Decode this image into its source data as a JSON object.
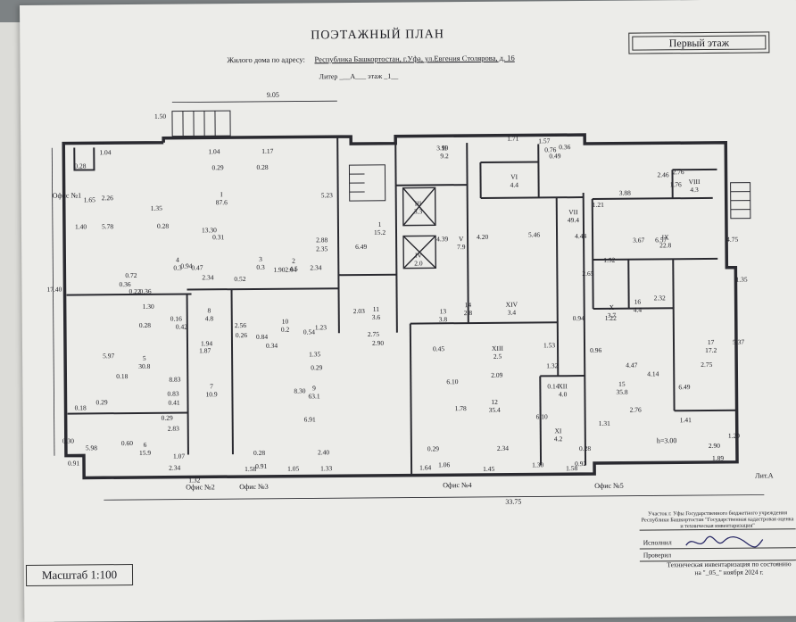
{
  "title": "ПОЭТАЖНЫЙ ПЛАН",
  "address_label": "Жилого дома по адресу:",
  "address": "Республика Башкортостан, г.Уфа, ул.Евгения Столярова, д. 16",
  "liter_line": "Литер ___А___ этаж _1__",
  "floor": "Первый этаж",
  "scale": "Масштаб 1:100",
  "lit_a": "Лит.А",
  "ceiling_height": "h=3.00",
  "overall_width_top": "9.05",
  "overall_width_bottom": "33.75",
  "offices": [
    "Офис №1",
    "Офис №2",
    "Офис №3",
    "Офис №4",
    "Офис №5"
  ],
  "rooms": [
    {
      "num": "I",
      "area": "87.6"
    },
    {
      "num": "1",
      "area": "15.2"
    },
    {
      "num": "II",
      "area": "9.2"
    },
    {
      "num": "III",
      "area": "3.3"
    },
    {
      "num": "IV",
      "area": "2.0"
    },
    {
      "num": "V",
      "area": "7.9"
    },
    {
      "num": "VI",
      "area": "4.4"
    },
    {
      "num": "VII",
      "area": "49.4"
    },
    {
      "num": "VIII",
      "area": "4.3"
    },
    {
      "num": "IX",
      "area": "22.8"
    },
    {
      "num": "X",
      "area": "3.7"
    },
    {
      "num": "XI",
      "area": "4.2"
    },
    {
      "num": "XII",
      "area": "4.0"
    },
    {
      "num": "XIII",
      "area": "2.5"
    },
    {
      "num": "XIV",
      "area": "3.4"
    },
    {
      "num": "2",
      "area": "4.5"
    },
    {
      "num": "3",
      "area": "0.3"
    },
    {
      "num": "4",
      "area": "0.3"
    },
    {
      "num": "5",
      "area": "30.8"
    },
    {
      "num": "6",
      "area": "15.9"
    },
    {
      "num": "7",
      "area": "10.9"
    },
    {
      "num": "8",
      "area": "4.8"
    },
    {
      "num": "9",
      "area": "63.1"
    },
    {
      "num": "10",
      "area": "0.2"
    },
    {
      "num": "11",
      "area": "3.6"
    },
    {
      "num": "12",
      "area": "35.4"
    },
    {
      "num": "13",
      "area": "3.8"
    },
    {
      "num": "14",
      "area": "2.8"
    },
    {
      "num": "15",
      "area": "35.8"
    },
    {
      "num": "16",
      "area": "4.4"
    },
    {
      "num": "17",
      "area": "17.2"
    }
  ],
  "dimensions": [
    "1.50",
    "1.04",
    "0.28",
    "1.04",
    "0.29",
    "1.17",
    "0.28",
    "3.99",
    "1.71",
    "1.57",
    "0.76",
    "0.49",
    "0.36",
    "1.65",
    "2.26",
    "5.78",
    "1.35",
    "0.28",
    "13.30",
    "0.31",
    "5.23",
    "2.46",
    "1.76",
    "3.88",
    "2.76",
    "1.40",
    "17.40",
    "6.49",
    "2.88",
    "2.35",
    "2.34",
    "4.39",
    "4.20",
    "5.46",
    "4.44",
    "3.67",
    "6.57",
    "4.75",
    "1.35",
    "0.72",
    "0.36",
    "0.22",
    "0.36",
    "0.94",
    "0.47",
    "2.34",
    "0.52",
    "1.90",
    "2.04",
    "2.65",
    "1.21",
    "1.52",
    "2.32",
    "1.30",
    "1.87",
    "0.28",
    "0.16",
    "0.42",
    "1.94",
    "2.56",
    "0.26",
    "0.84",
    "0.34",
    "0.54",
    "1.23",
    "1.35",
    "0.29",
    "2.03",
    "2.75",
    "2.90",
    "0.45",
    "2.09",
    "1.53",
    "1.32",
    "0.14",
    "0.94",
    "1.22",
    "0.96",
    "4.47",
    "4.14",
    "6.49",
    "2.75",
    "5.37",
    "5.97",
    "0.18",
    "8.83",
    "8.30",
    "6.91",
    "6.10",
    "1.78",
    "6.10",
    "1.31",
    "2.76",
    "1.41",
    "0.18",
    "0.29",
    "0.83",
    "0.41",
    "0.29",
    "2.83",
    "0.30",
    "5.98",
    "0.60",
    "1.07",
    "0.91",
    "2.34",
    "0.28",
    "2.40",
    "0.29",
    "2.34",
    "0.28",
    "2.90",
    "1.29",
    "1.89",
    "1.32",
    "1.58",
    "0.91",
    "1.05",
    "1.33",
    "1.64",
    "1.06",
    "1.45",
    "1.30",
    "1.58",
    "0.92"
  ],
  "stamp_text": "Участок г. Уфы Государственного бюджетного учреждения Республики Башкортостан \"Государственная кадастровая оценка и техническая инвентаризация\"",
  "stamp_executed": "Исполнил",
  "stamp_checked": "Проверил",
  "tech_inventory": "Техническая инвентаризация по состоянию",
  "tech_date": "на \"_05_\" ноября 2024 г."
}
